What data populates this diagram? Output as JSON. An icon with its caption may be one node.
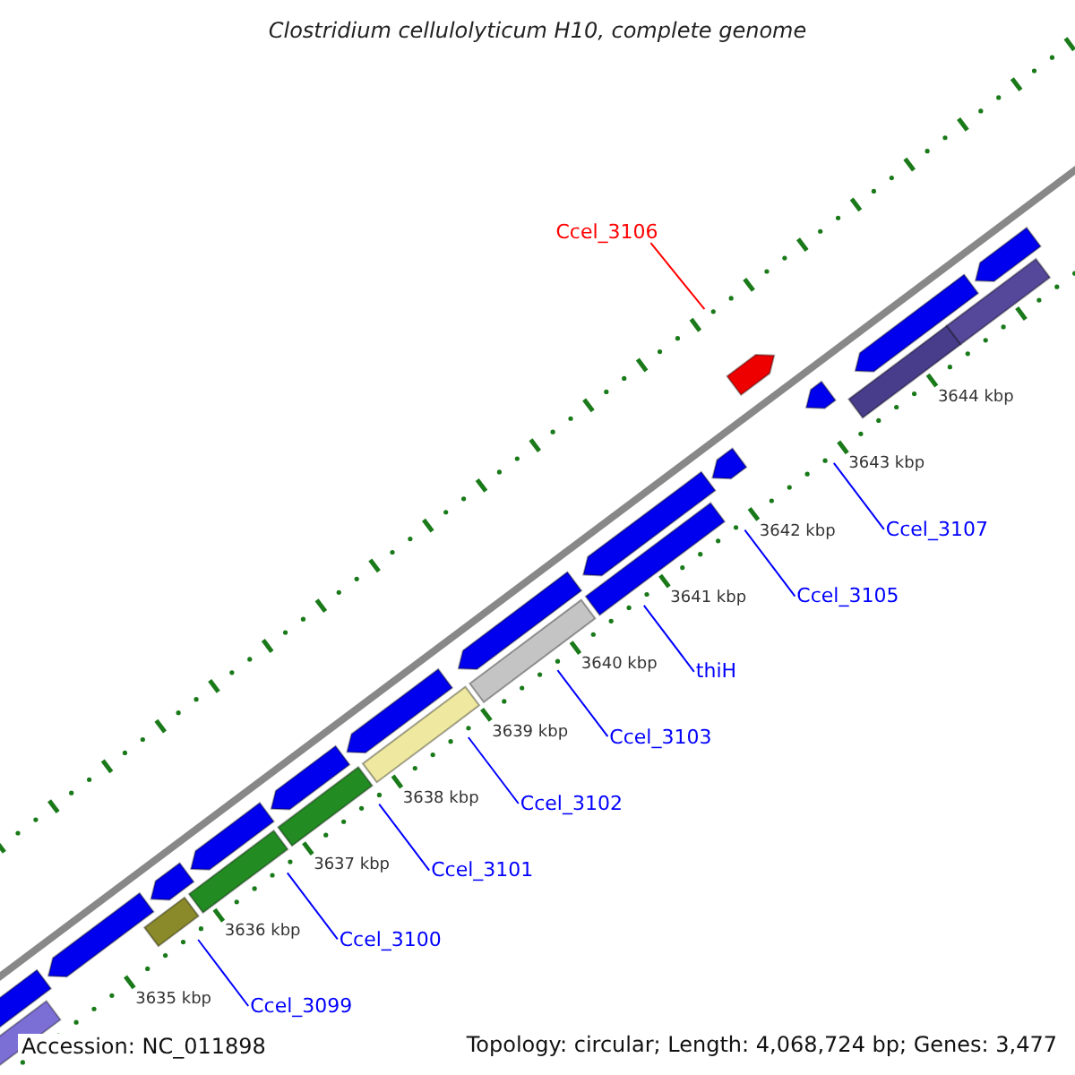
{
  "diagram": {
    "title": "Clostridium cellulolyticum H10, complete genome",
    "nodes": [
      {
        "text": [
          "Ccel_3106"
        ]
      },
      {
        "text": [
          "Ccel_3107"
        ]
      },
      {
        "text": [
          "Ccel_3105"
        ]
      },
      {
        "text": [
          "thiH"
        ]
      },
      {
        "text": [
          "Ccel_3103"
        ]
      },
      {
        "text": [
          "Ccel_3102"
        ]
      },
      {
        "text": [
          "Ccel_3101"
        ]
      },
      {
        "text": [
          "Ccel_3100"
        ]
      },
      {
        "text": [
          "Ccel_3099"
        ]
      }
    ],
    "edges": [
      {
        "from": 0,
        "to": null,
        "arrow": "none",
        "color": "#ff0000"
      },
      {
        "from": 1,
        "to": null,
        "arrow": "none"
      },
      {
        "from": 2,
        "to": null,
        "arrow": "none"
      },
      {
        "from": 3,
        "to": null,
        "arrow": "none"
      },
      {
        "from": 4,
        "to": null,
        "arrow": "none"
      },
      {
        "from": 5,
        "to": null,
        "arrow": "none"
      },
      {
        "from": 6,
        "to": null,
        "arrow": "none"
      },
      {
        "from": 7,
        "to": null,
        "arrow": "none"
      },
      {
        "from": 8,
        "to": null,
        "arrow": "none"
      }
    ],
    "labels": [
      "3644 kbp",
      "3643 kbp",
      "3642 kbp",
      "3641 kbp",
      "3640 kbp",
      "3639 kbp",
      "3638 kbp",
      "3637 kbp",
      "3636 kbp",
      "3635 kbp",
      "Accession: NC_011898",
      "Topology: circular; Length: 4,068,724 bp; Genes: 3,477"
    ]
  }
}
